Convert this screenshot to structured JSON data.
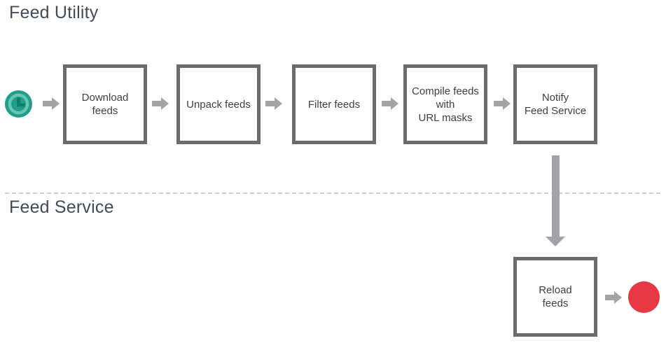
{
  "diagram": {
    "lanes": [
      {
        "id": "feed-utility",
        "title": "Feed Utility",
        "steps": [
          {
            "label": "Download\nfeeds"
          },
          {
            "label": "Unpack feeds"
          },
          {
            "label": "Filter feeds"
          },
          {
            "label": "Compile feeds\nwith\nURL masks"
          },
          {
            "label": "Notify\nFeed Service"
          }
        ]
      },
      {
        "id": "feed-service",
        "title": "Feed Service",
        "steps": [
          {
            "label": "Reload\nfeeds"
          }
        ]
      }
    ],
    "start_icon": "clock-icon",
    "end_icon": "stop-circle-icon",
    "colors": {
      "start_teal": "#1f9f89",
      "start_teal_ring": "#6cc5b3",
      "start_teal_hands": "#0d7f6b",
      "end_red": "#e73944",
      "box_border": "#6a6b6e",
      "box_text": "#3e3f41",
      "arrow_gray": "#a1a3a6",
      "lane_title": "#424c59",
      "divider_gray": "#cbccce"
    }
  }
}
